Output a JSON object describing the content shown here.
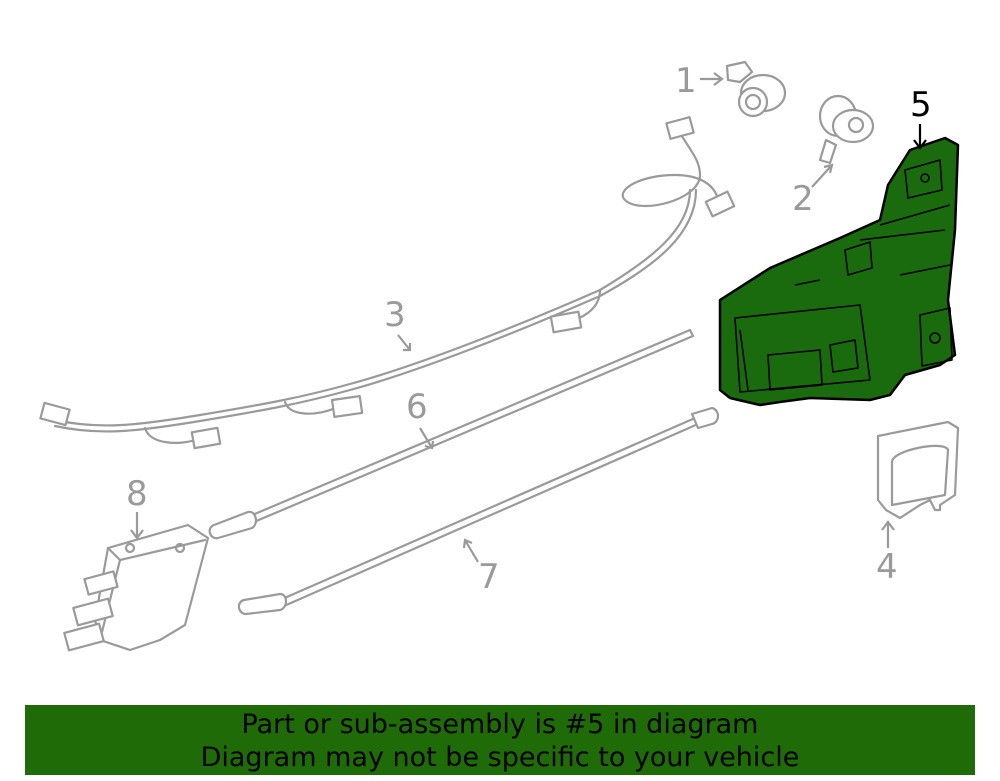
{
  "callouts": {
    "c1": "1",
    "c2": "2",
    "c3": "3",
    "c4": "4",
    "c5": "5",
    "c6": "6",
    "c7": "7",
    "c8": "8"
  },
  "highlighted_part": "5",
  "colors": {
    "highlight_fill": "#1a6b0e",
    "banner_bg": "#1e6b08",
    "line_art": "#9a9a9a"
  },
  "banner": {
    "line1": "Part or sub-assembly is #5 in diagram",
    "line2": "Diagram may not be specific to your vehicle"
  }
}
